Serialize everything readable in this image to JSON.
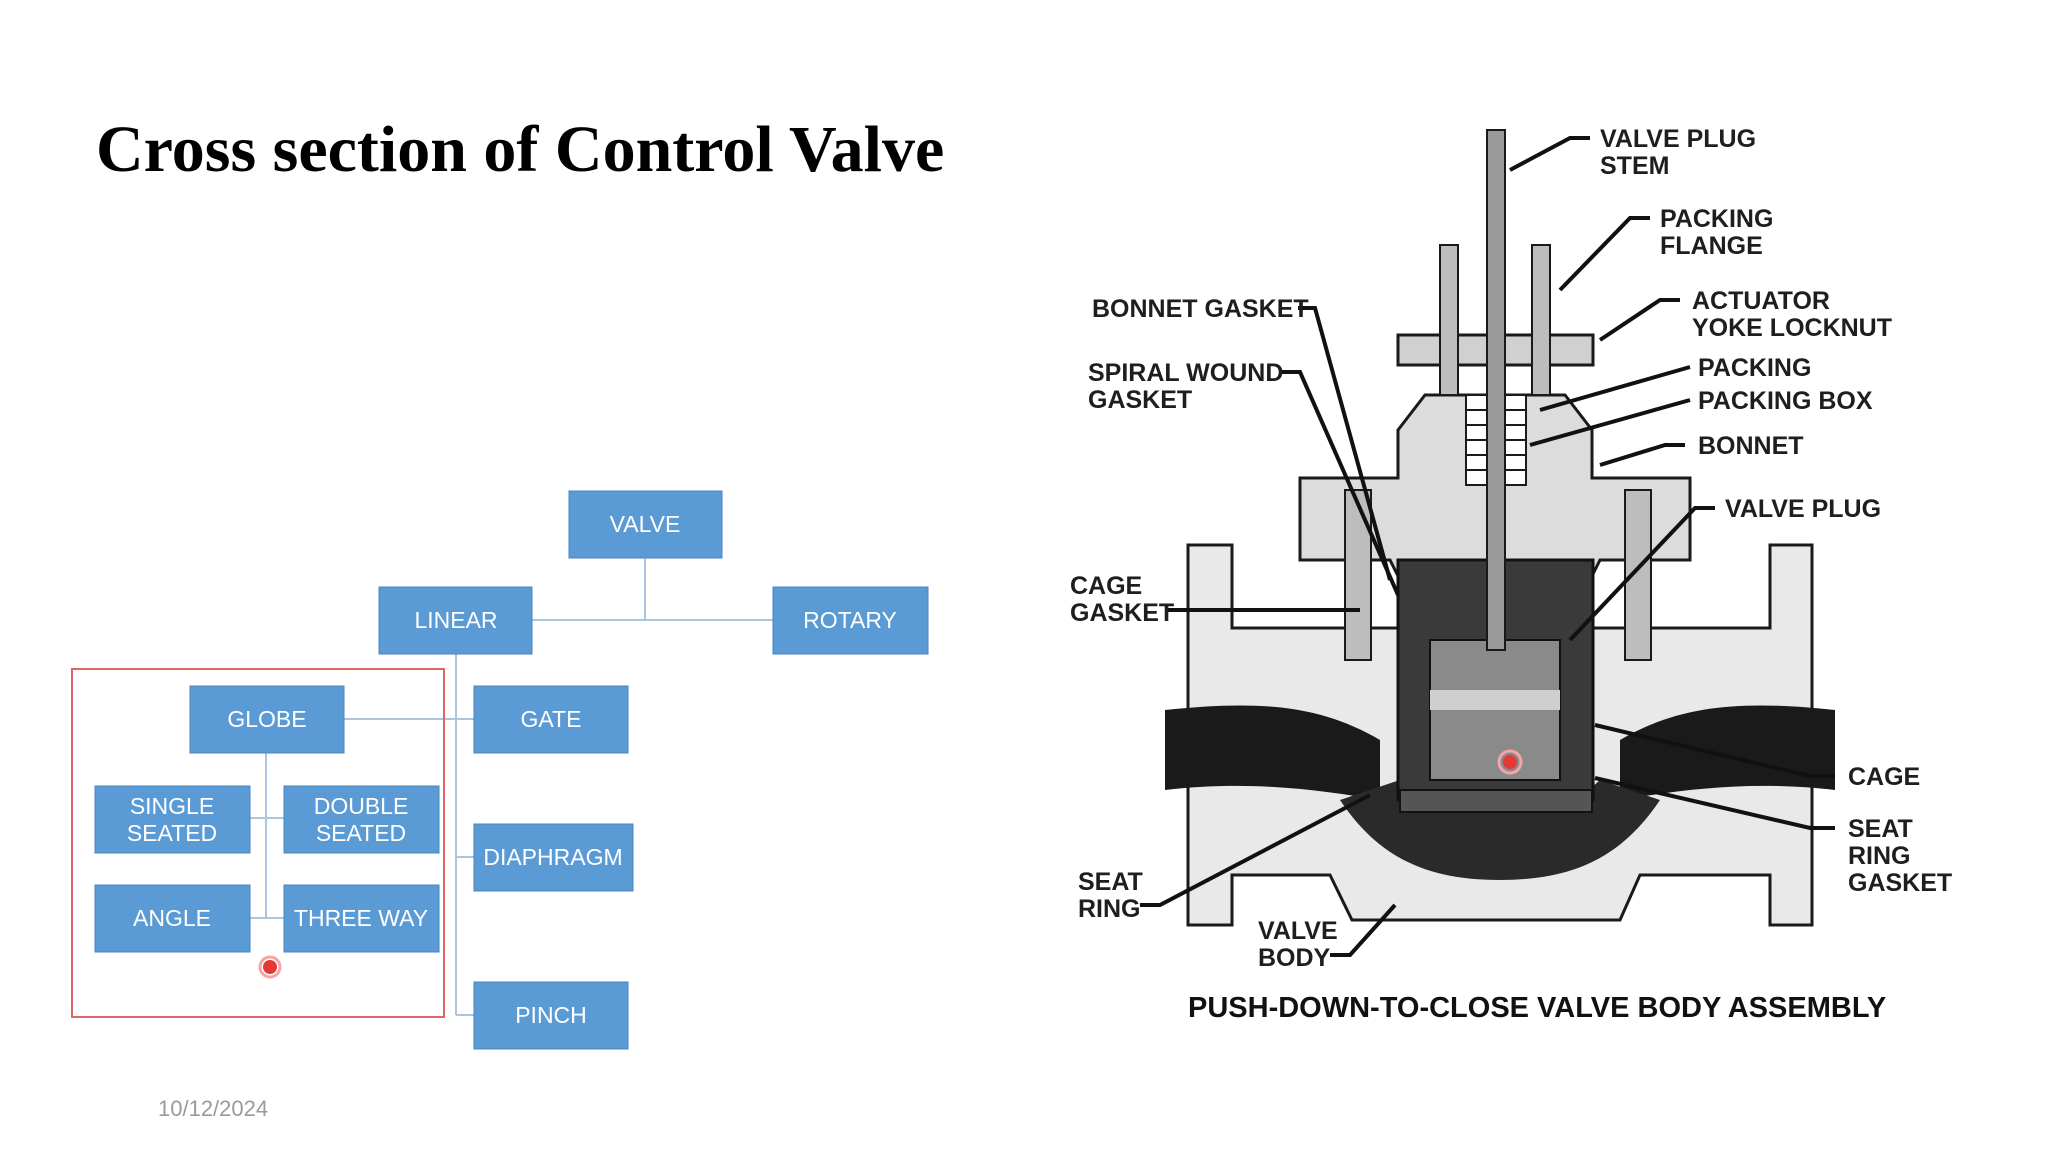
{
  "slide": {
    "title": "Cross section of Control Valve",
    "date": "10/12/2024"
  },
  "tree": {
    "valve": "VALVE",
    "linear": "LINEAR",
    "rotary": "ROTARY",
    "globe": "GLOBE",
    "gate": "GATE",
    "single_seated": [
      "SINGLE",
      "SEATED"
    ],
    "double_seated": [
      "DOUBLE",
      "SEATED"
    ],
    "diaphragm": "DIAPHRAGM",
    "angle": "ANGLE",
    "three_way": "THREE WAY",
    "pinch": "PINCH"
  },
  "colors": {
    "box": "#5b9bd5",
    "highlight_border": "#e06666",
    "pointer": "#e53935"
  },
  "cross_section": {
    "labels": {
      "valve_plug_stem": [
        "VALVE PLUG",
        "STEM"
      ],
      "packing_flange": [
        "PACKING",
        "FLANGE"
      ],
      "bonnet_gasket": "BONNET GASKET",
      "actuator_yoke_locknut": [
        "ACTUATOR",
        "YOKE LOCKNUT"
      ],
      "spiral_wound_gasket": [
        "SPIRAL WOUND",
        "GASKET"
      ],
      "packing": "PACKING",
      "packing_box": "PACKING BOX",
      "bonnet": "BONNET",
      "valve_plug": "VALVE PLUG",
      "cage_gasket": [
        "CAGE",
        "GASKET"
      ],
      "cage": "CAGE",
      "seat_ring_gasket": [
        "SEAT",
        "RING",
        "GASKET"
      ],
      "seat_ring": [
        "SEAT",
        "RING"
      ],
      "valve_body": [
        "VALVE",
        "BODY"
      ]
    },
    "caption": "PUSH-DOWN-TO-CLOSE VALVE BODY ASSEMBLY"
  }
}
